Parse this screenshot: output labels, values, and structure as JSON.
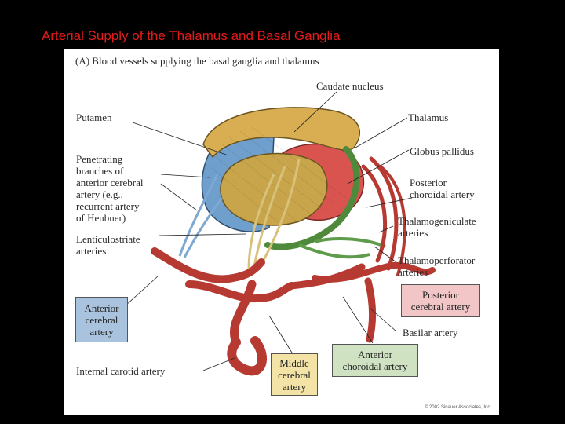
{
  "slide": {
    "title": "Arterial Supply of the Thalamus and Basal Ganglia"
  },
  "figure": {
    "panel_caption": "(A)  Blood vessels supplying the basal ganglia and thalamus",
    "copyright": "© 2002 Sinauer Associates, Inc.",
    "labels": {
      "caudate": "Caudate nucleus",
      "putamen": "Putamen",
      "thalamus": "Thalamus",
      "globus": "Globus pallidus",
      "penetrating": "Penetrating\nbranches of\nanterior cerebral\nartery (e.g.,\nrecurrent artery\nof Heubner)",
      "posterior_choroidal": "Posterior\nchoroidal artery",
      "thalamogeniculate": "Thalamogeniculate\narteries",
      "lenticulostriate": "Lenticulostriate\narteries",
      "thalamoperforator": "Thalamoperforator\narteries",
      "basilar": "Basilar artery",
      "internal_carotid": "Internal carotid artery"
    },
    "boxes": {
      "anterior_cerebral": "Anterior\ncerebral\nartery",
      "posterior_cerebral": "Posterior\ncerebral artery",
      "middle_cerebral": "Middle\ncerebral\nartery",
      "anterior_choroidal": "Anterior\nchoroidal artery"
    },
    "colors": {
      "title": "#e31b1b",
      "caudate": "#d9ad52",
      "putamen": "#6f9fcc",
      "thalamus": "#d9534f",
      "globus": "#c8a54a",
      "choroidal": "#4f8a3c",
      "artery": "#b63a32",
      "box_blue": "#a9c3de",
      "box_pink": "#f2c6c6",
      "box_yellow": "#f3e3a6",
      "box_green": "#cfe3c2"
    }
  }
}
